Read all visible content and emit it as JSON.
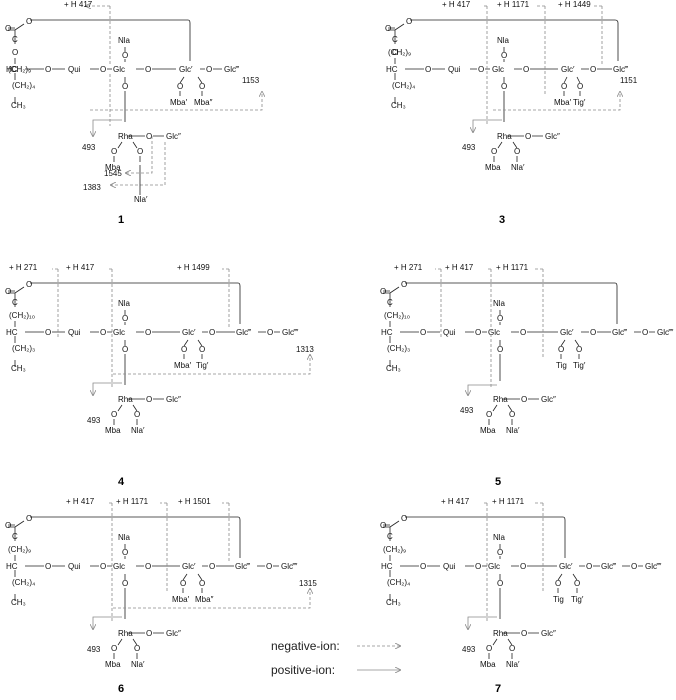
{
  "common": {
    "c": "C",
    "hc": "HC",
    "o": "O",
    "qui": "Qui",
    "glc": "Glc",
    "nla": "Nla",
    "rha": "Rha",
    "glc2": "Glc″",
    "mba": "Mba",
    "nla1": "Nla′",
    "ch3": "CH₃",
    "glc1": "Glc′",
    "glc3": "Glc‴",
    "glc4": "Glc‴′",
    "mba1": "Mba′",
    "mba2": "Mba″",
    "tig": "Tig",
    "tig1": "Tig′",
    "ch2_9": "(CH₂)₉",
    "ch2_10": "(CH₂)₁₀",
    "ch2_4": "(CH₂)₄",
    "ch2_3": "(CH₂)₃"
  },
  "structures": {
    "s1": {
      "number": "1",
      "frag_a": "+ H 417",
      "frag_b": "1153",
      "frag_c": "493",
      "frag_d": "1545",
      "frag_e": "1383"
    },
    "s3": {
      "number": "3",
      "frag_a": "+ H 417",
      "frag_b": "+ H 1171",
      "frag_c": "+ H 1449",
      "frag_d": "1151",
      "frag_e": "493"
    },
    "s4": {
      "number": "4",
      "frag_a": "+ H 271",
      "frag_b": "+ H 417",
      "frag_c": "+ H 1499",
      "frag_d": "1313",
      "frag_e": "493"
    },
    "s5": {
      "number": "5",
      "frag_a": "+ H 271",
      "frag_b": "+ H 417",
      "frag_c": "+ H 1171",
      "frag_e": "493"
    },
    "s6": {
      "number": "6",
      "frag_a": "+ H 417",
      "frag_b": "+ H 1171",
      "frag_c": "+ H 1501",
      "frag_d": "1315",
      "frag_e": "493"
    },
    "s7": {
      "number": "7",
      "frag_a": "+ H 417",
      "frag_b": "+ H 1171",
      "frag_e": "493"
    }
  },
  "legend": {
    "negative": "negative-ion:",
    "positive": "positive-ion:"
  }
}
